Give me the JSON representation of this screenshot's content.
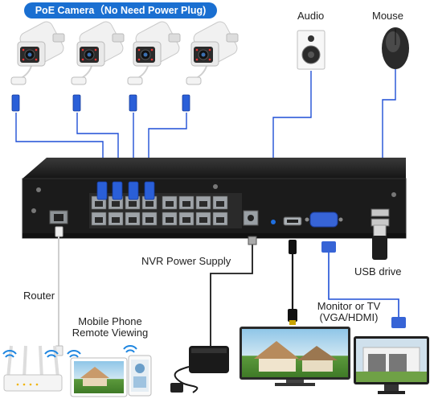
{
  "labels": {
    "poe_camera": "PoE Camera（No Need Power Plug)",
    "audio": "Audio",
    "mouse": "Mouse",
    "nvr_power_supply": "NVR Power Supply",
    "usb_drive": "USB drive",
    "router": "Router",
    "mobile_phone": "Mobile Phone",
    "remote_viewing": "Remote Viewing",
    "monitor_or_tv": "Monitor or TV",
    "vga_hdmi": "(VGA/HDMI)"
  },
  "colors": {
    "cable_blue": "#1f4fd6",
    "badge_blue": "#1a6fd1",
    "nvr_body": "#1b1b1b",
    "port_gray": "#9ea3a8"
  },
  "nodes": [
    "poe-camera",
    "poe-camera",
    "poe-camera",
    "poe-camera",
    "audio-speaker",
    "usb-mouse",
    "nvr-recorder",
    "router",
    "mobile-phone",
    "tablet",
    "power-adapter",
    "monitor",
    "tv",
    "usb-drive"
  ]
}
